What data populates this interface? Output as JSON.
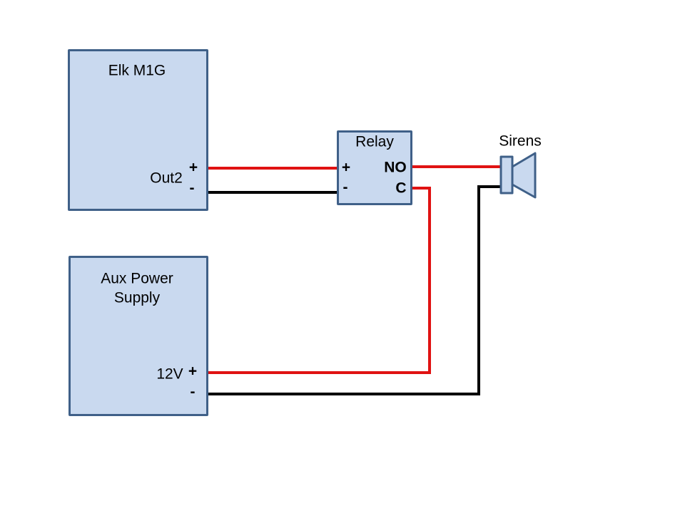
{
  "colors": {
    "background": "#ffffff",
    "box_fill": "#c9d9ef",
    "box_border": "#3f6088",
    "wire_red": "#e01212",
    "wire_black": "#000000",
    "text": "#000000"
  },
  "boxes": {
    "elk": {
      "title": "Elk M1G",
      "output_label": "Out2",
      "plus": "+",
      "minus": "-"
    },
    "relay": {
      "title": "Relay",
      "plus": "+",
      "minus": "-",
      "normally_open": "NO",
      "common": "C"
    },
    "aux": {
      "title_line1": "Aux Power",
      "title_line2": "Supply",
      "voltage_label": "12V",
      "plus": "+",
      "minus": "-"
    }
  },
  "siren": {
    "label": "Sirens",
    "icon": "speaker-icon"
  },
  "connections": [
    {
      "from": "Elk M1G Out2 +",
      "to": "Relay +",
      "color": "red"
    },
    {
      "from": "Elk M1G Out2 -",
      "to": "Relay -",
      "color": "black"
    },
    {
      "from": "Relay NO",
      "to": "Siren +",
      "color": "red"
    },
    {
      "from": "Relay C",
      "to": "Aux Power Supply 12V +",
      "color": "red"
    },
    {
      "from": "Aux Power Supply 12V -",
      "to": "Siren -",
      "color": "black"
    }
  ]
}
